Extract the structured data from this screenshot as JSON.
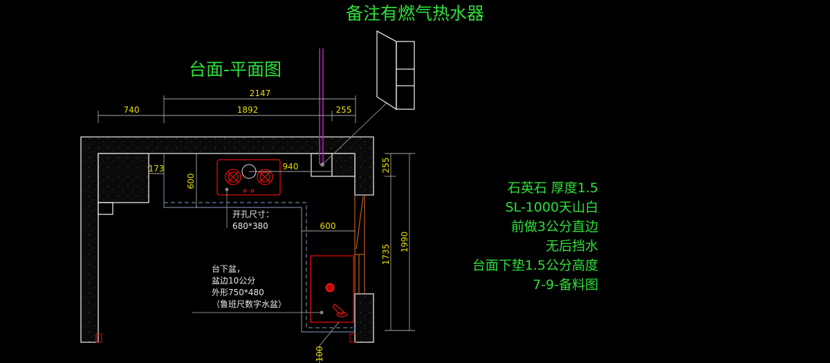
{
  "header": {
    "title": "台面-平面图",
    "remark": "备注有燃气热水器"
  },
  "dimensions": {
    "total_width": "2147",
    "left_width": "740",
    "middle_width": "1892",
    "right_width": "255",
    "gap_173": "173",
    "stove_depth": "600",
    "stove_offset": "940",
    "sink_section_depth": "600",
    "right_top": "255",
    "right_length": "1735",
    "right_total": "1990",
    "sink_edge": "100"
  },
  "annotations": {
    "cutout_label": "开孔尺寸：",
    "cutout_size": "680*380",
    "sink_lines": [
      "台下盆，",
      "盆边10公分",
      "外形750*480",
      "（鲁班尺数字水盆）"
    ]
  },
  "notes": [
    "石英石 厚度1.5",
    "SL-1000天山白",
    "前做3公分直边",
    "无后挡水",
    "台面下垫1.5公分高度",
    "7-9-备料图"
  ],
  "colors": {
    "text_green": "#2fe03a",
    "dim_yellow": "#e8e000",
    "outline": "#e8e8e8",
    "appliance_red": "#e01010",
    "pipe_magenta": "#c020d0"
  }
}
